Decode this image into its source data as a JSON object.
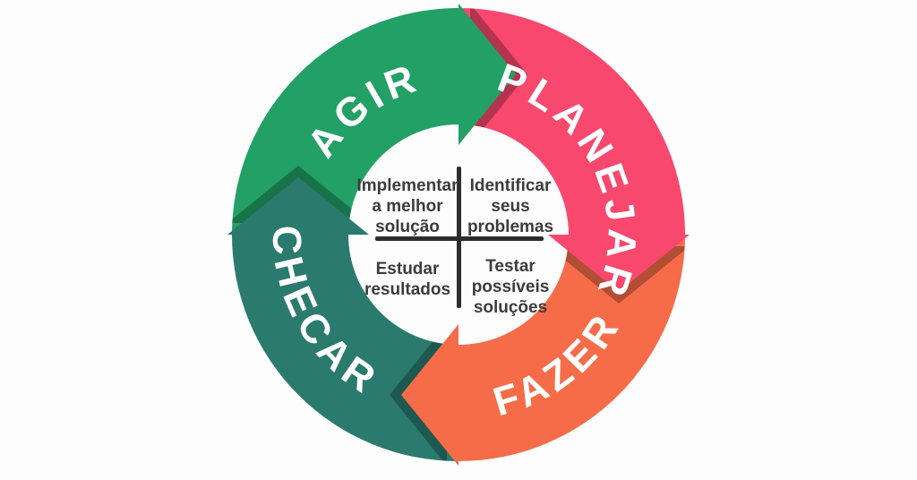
{
  "background_color": "#fdfdfd",
  "diagram": {
    "type": "cycle-arrows",
    "direction": "clockwise",
    "arrow_text_color": "#ffffff",
    "shadow_alpha": 0.28,
    "segments": [
      {
        "id": "agir",
        "label": "AGIR",
        "color": "#22a066",
        "base_angle": 0,
        "label_angle": 323,
        "label_side": "top"
      },
      {
        "id": "planejar",
        "label": "PLANEJAR",
        "color": "#f8486e",
        "base_angle": 90,
        "label_angle": 64,
        "label_side": "top"
      },
      {
        "id": "fazer",
        "label": "FAZER",
        "color": "#f66c49",
        "base_angle": 180,
        "label_angle": 143,
        "label_side": "bottom"
      },
      {
        "id": "checar",
        "label": "CHECAR",
        "color": "#2b7a6e",
        "base_angle": 270,
        "label_angle": 241,
        "label_side": "bottom"
      }
    ]
  },
  "center": {
    "divider_color": "#2d2d2d",
    "text_color": "#3c3c3c",
    "quadrants": [
      {
        "position": "top-left",
        "lines": [
          "Implementar",
          "a melhor",
          "solução"
        ]
      },
      {
        "position": "top-right",
        "lines": [
          "Identificar",
          "seus",
          "problemas"
        ]
      },
      {
        "position": "bottom-left",
        "lines": [
          "Estudar",
          "resultados",
          ""
        ]
      },
      {
        "position": "bottom-right",
        "lines": [
          "Testar",
          "possíveis",
          "soluções"
        ]
      }
    ]
  }
}
